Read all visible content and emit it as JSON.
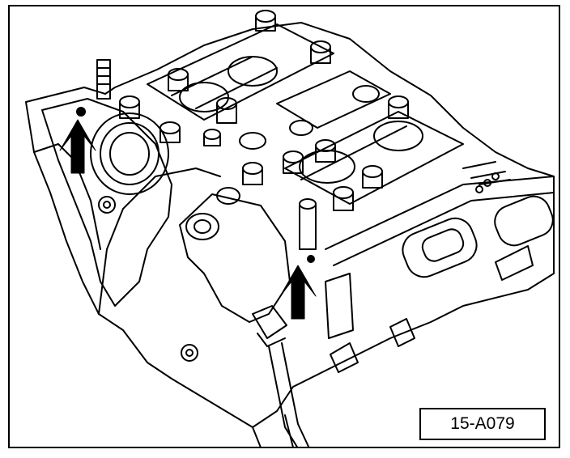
{
  "figure": {
    "reference_code": "15-A079",
    "subject": "cylinder-head-with-camshafts",
    "line_color": "#000000",
    "background_color": "#ffffff",
    "callouts": [
      {
        "icon": "up-arrow-icon",
        "points_to": "camshaft-bearing-cap-mark-left"
      },
      {
        "icon": "up-arrow-icon",
        "points_to": "camshaft-adjuster-mark-center"
      }
    ]
  }
}
